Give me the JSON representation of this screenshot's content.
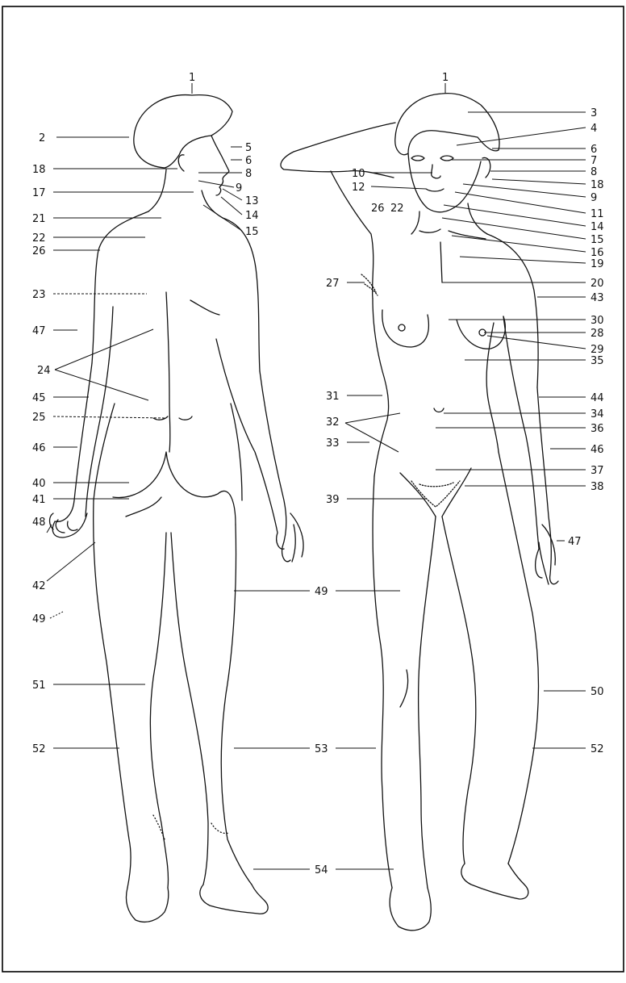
{
  "labels": {
    "back_1": "1",
    "back_2": "2",
    "back_5": "5",
    "back_6": "6",
    "back_18": "18",
    "back_8": "8",
    "back_9": "9",
    "back_17": "17",
    "back_13": "13",
    "back_14": "14",
    "back_21": "21",
    "back_15": "15",
    "back_22": "22",
    "back_26": "26",
    "back_23": "23",
    "back_47": "47",
    "back_24": "24",
    "back_45": "45",
    "back_25": "25",
    "back_46": "46",
    "back_40": "40",
    "back_41": "41",
    "back_48": "48",
    "back_42": "42",
    "back_49_left": "49",
    "back_49_mid": "49",
    "back_51": "51",
    "back_52": "52",
    "back_54": "54",
    "front_1": "1",
    "front_3": "3",
    "front_4": "4",
    "front_6": "6",
    "front_7": "7",
    "front_8": "8",
    "front_10": "10",
    "front_12": "12",
    "front_18": "18",
    "front_9": "9",
    "front_11": "11",
    "front_14": "14",
    "front_26": "26",
    "front_22": "22",
    "front_15": "15",
    "front_16": "16",
    "front_19": "19",
    "front_27": "27",
    "front_20": "20",
    "front_43": "43",
    "front_30": "30",
    "front_28": "28",
    "front_29": "29",
    "front_35": "35",
    "front_31": "31",
    "front_44": "44",
    "front_34": "34",
    "front_32": "32",
    "front_36": "36",
    "front_33": "33",
    "front_46": "46",
    "front_37": "37",
    "front_38": "38",
    "front_39": "39",
    "front_47": "47",
    "front_49": "49",
    "front_50": "50",
    "front_53": "53",
    "front_52": "52"
  }
}
